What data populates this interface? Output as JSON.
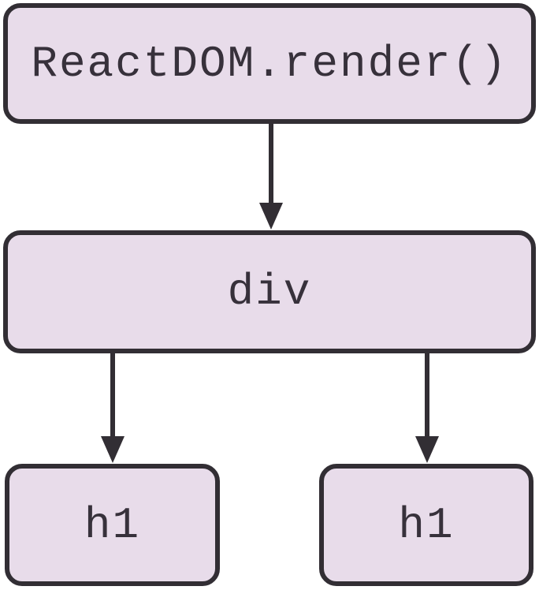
{
  "diagram": {
    "type": "tree",
    "nodes": {
      "root": {
        "label": "ReactDOM.render()"
      },
      "container": {
        "label": "div"
      },
      "child_left": {
        "label": "h1"
      },
      "child_right": {
        "label": "h1"
      }
    },
    "edges": [
      {
        "from": "root",
        "to": "container"
      },
      {
        "from": "container",
        "to": "child_left"
      },
      {
        "from": "container",
        "to": "child_right"
      }
    ],
    "colors": {
      "background": "#ffffff",
      "node_fill": "#e8dcea",
      "node_border": "#322e34",
      "arrow": "#322e34",
      "text": "#37313b"
    }
  }
}
